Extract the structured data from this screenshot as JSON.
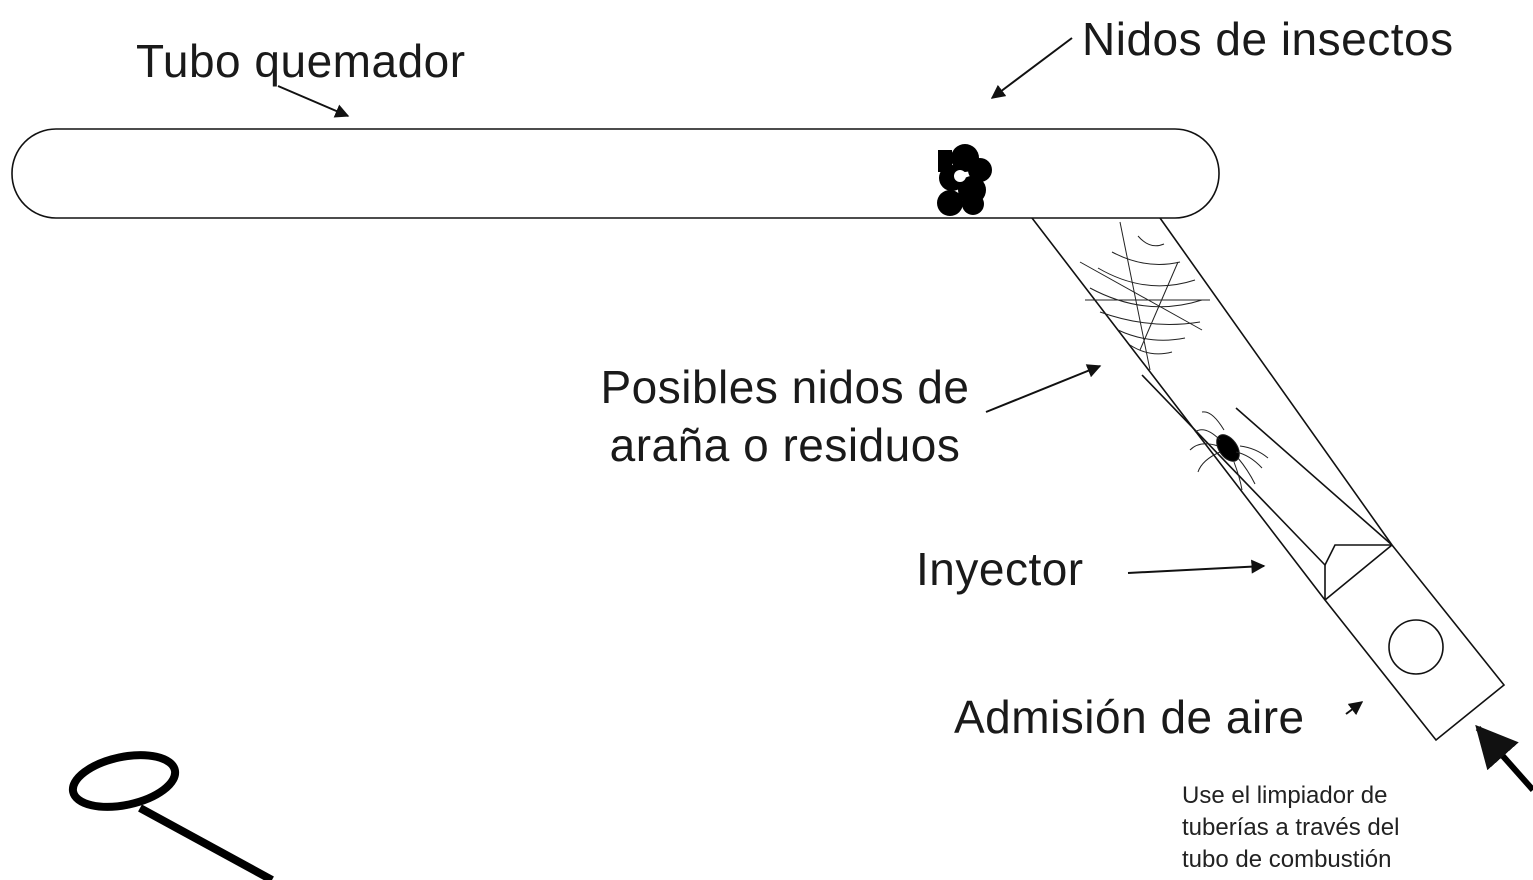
{
  "labels": {
    "burner_tube": "Tubo quemador",
    "insect_nests": "Nidos de insectos",
    "spider_nests_line1": "Posibles nidos de",
    "spider_nests_line2": "araña o residuos",
    "injector": "Inyector",
    "air_intake": "Admisión de aire"
  },
  "note": {
    "line1": "Use el limpiador de",
    "line2": "tuberías a través del",
    "line3": "tubo de combustión"
  },
  "icons": [
    "burner-tube",
    "insect-nest-blob",
    "spider-web",
    "spider",
    "injector-tube",
    "air-intake-hole",
    "pipe-cleaner-tool"
  ],
  "colors": {
    "line": "#111111",
    "background": "#ffffff"
  }
}
